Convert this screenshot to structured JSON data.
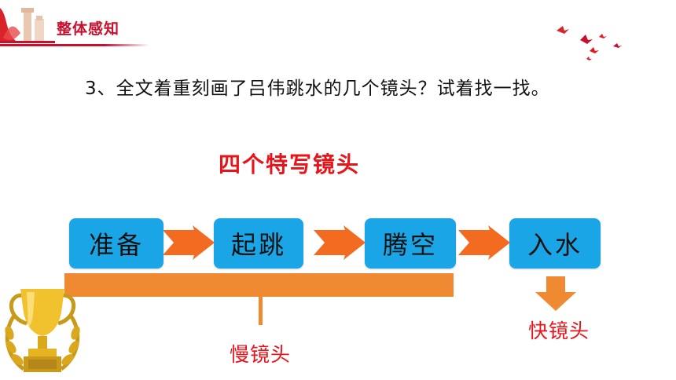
{
  "header": {
    "title": "整体感知"
  },
  "question": "3、全文着重刻画了吕伟跳水的几个镜头？试着找一找。",
  "subtitle": "四个特写镜头",
  "shots": [
    "准备",
    "起跳",
    "腾空",
    "入水"
  ],
  "slow_label": "慢镜头",
  "fast_label": "快镜头",
  "colors": {
    "accent_red": "#e8141a",
    "box_blue": "#1aa6e6",
    "arrow_orange": "#f26b21",
    "bracket_orange": "#ef8a32"
  }
}
